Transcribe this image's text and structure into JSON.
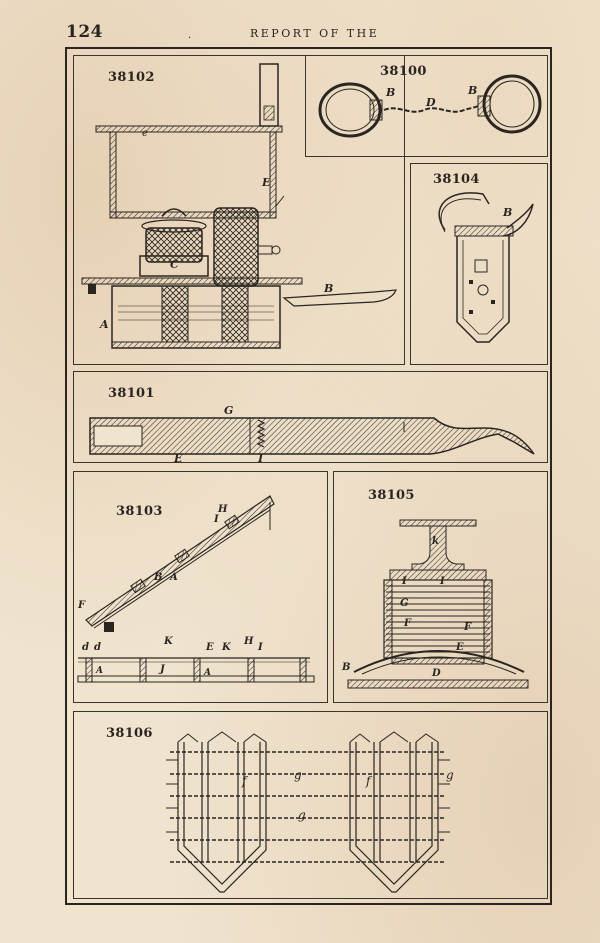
{
  "header": {
    "page_number": "124",
    "dot": ".",
    "running_title": "REPORT OF THE"
  },
  "figures": {
    "f38102": {
      "number": "38102",
      "labels": {
        "e": "e",
        "E": "E",
        "C": "C",
        "B": "B",
        "A": "A"
      }
    },
    "f38100": {
      "number": "38100",
      "labels": {
        "B1": "B",
        "B2": "B",
        "D": "D"
      }
    },
    "f38104": {
      "number": "38104",
      "labels": {
        "B": "B"
      }
    },
    "f38101": {
      "number": "38101",
      "labels": {
        "G": "G",
        "E": "E",
        "I": "I"
      }
    },
    "f38103": {
      "number": "38103",
      "labels": {
        "H": "H",
        "I": "I",
        "B": "B",
        "A": "A",
        "F": "F",
        "d1": "d",
        "d2": "d",
        "A2": "A",
        "K1": "K",
        "E": "E",
        "K2": "K",
        "H2": "H",
        "I2": "I",
        "J": "J",
        "A3": "A"
      }
    },
    "f38105": {
      "number": "38105",
      "labels": {
        "k": "k",
        "I1": "I",
        "I2": "I",
        "G": "G",
        "F1": "F",
        "F2": "F",
        "E": "E",
        "B": "B",
        "D": "D"
      }
    },
    "f38106": {
      "number": "38106",
      "labels": {
        "f1": "f",
        "g1": "g",
        "f2": "f",
        "g2": "g",
        "g3": "g"
      }
    }
  }
}
